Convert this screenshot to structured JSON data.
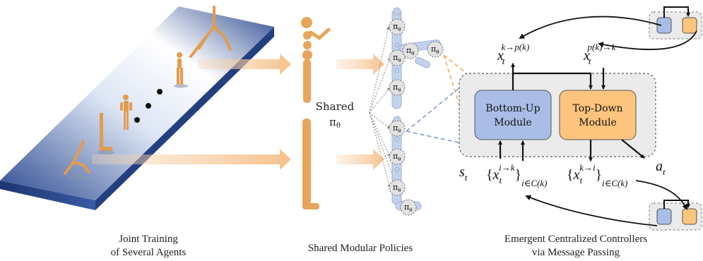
{
  "captions": {
    "left": [
      "Joint Training",
      "of Several Agents"
    ],
    "middle": "Shared Modular Policies",
    "right": [
      "Emergent Centralized Controllers",
      "via Message Passing"
    ]
  },
  "shared_label": [
    "Shared",
    "π",
    "θ"
  ],
  "policy_label": {
    "base": "π",
    "sub": "θ"
  },
  "modules": {
    "bottom_up": [
      "Bottom-Up",
      "Module"
    ],
    "top_down": [
      "Top-Down",
      "Module"
    ]
  },
  "math": {
    "msg_up": {
      "base": "x",
      "sub": "t",
      "sup": "k→p(k)"
    },
    "msg_down": {
      "base": "x",
      "sub": "t",
      "sup": "p(k)→k"
    },
    "state": {
      "base": "s",
      "sub": "t"
    },
    "children_in": {
      "base": "x",
      "sub": "t",
      "sup": "i→k",
      "set_sub": "i∈C(k)"
    },
    "children_out": {
      "base": "x",
      "sub": "t",
      "sup": "k→i",
      "set_sub": "i∈C(k)"
    },
    "action": {
      "base": "a",
      "sub": "t"
    }
  },
  "colors": {
    "bottom_up_fill": "#a9bde6",
    "top_down_fill": "#fcc47c",
    "controller_bg": "#ebebeb",
    "agent_orange": "#e8a55a",
    "platform_blue": "#2f4f96",
    "arrow_orange": "#f7c896",
    "dash_blue": "#7b9ccc",
    "dash_orange": "#f2aa5c"
  }
}
